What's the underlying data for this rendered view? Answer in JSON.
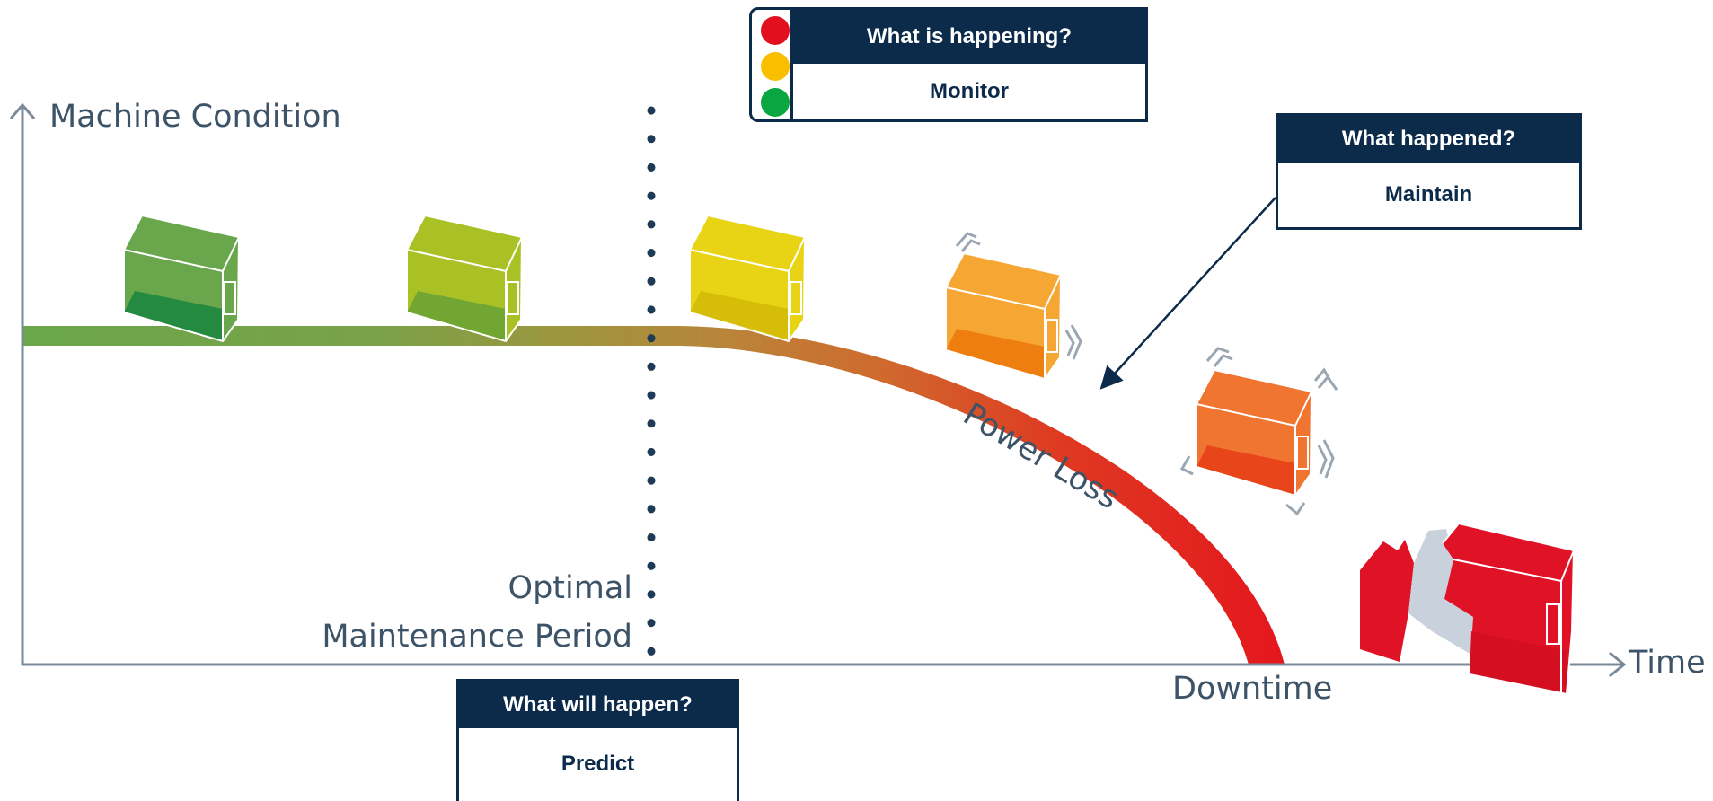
{
  "axes": {
    "y_label": "Machine Condition",
    "x_label": "Time"
  },
  "curve_label": "Power Loss",
  "optimal_period": {
    "line1": "Optimal",
    "line2": "Maintenance Period"
  },
  "downtime_label": "Downtime",
  "boxes": {
    "monitor": {
      "question": "What is happening?",
      "answer": "Monitor"
    },
    "maintain": {
      "question": "What happened?",
      "answer": "Maintain"
    },
    "predict": {
      "question": "What will happen?",
      "answer": "Predict"
    }
  },
  "traffic_light": [
    "red-light-icon",
    "amber-light-icon",
    "green-light-icon"
  ],
  "machine_states": [
    {
      "name": "machine-healthy-green-icon",
      "color": "#6aa64b"
    },
    {
      "name": "machine-lime-icon",
      "color": "#aac126"
    },
    {
      "name": "machine-yellow-icon",
      "color": "#e8d414"
    },
    {
      "name": "machine-vibrating-orange-icon",
      "color": "#f6a733"
    },
    {
      "name": "machine-vibrating-deep-orange-icon",
      "color": "#ef7531"
    },
    {
      "name": "machine-broken-red-icon",
      "color": "#e01226"
    }
  ],
  "colors": {
    "navy": "#0c2b4b",
    "axis": "#3d5468",
    "green": "#6aa64b",
    "red": "#e4161d"
  }
}
